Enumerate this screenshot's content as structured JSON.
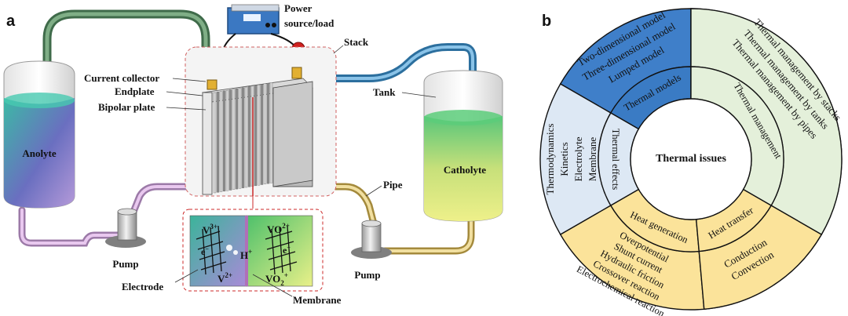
{
  "panel_a": {
    "letter": "a",
    "power": [
      "Power",
      "source/load"
    ],
    "stack": "Stack",
    "current_collector": "Current collector",
    "endplate": "Endplate",
    "bipolar_plate": "Bipolar plate",
    "tank": "Tank",
    "anolyte": "Anolyte",
    "catholyte": "Catholyte",
    "pipe": "Pipe",
    "pump_left": "Pump",
    "pump_right": "Pump",
    "electrode": "Electrode",
    "membrane": "Membrane",
    "minus": "−",
    "plus": "+",
    "ions": {
      "v3": "V",
      "v3_sup": "3+",
      "v2": "V",
      "v2_sup": "2+",
      "vo2": "VO",
      "vo2_sup": "2+",
      "vo2p": "VO",
      "vo2p_sub": "2",
      "vo2p_sup": "+",
      "h": "H",
      "h_sup": "+",
      "e": "e",
      "e_sup": "−"
    }
  },
  "panel_b": {
    "letter": "b",
    "center": "Thermal issues",
    "models_label": "Thermal models",
    "models_items": [
      "Two-dimensional model",
      "Three-dimensional model",
      "Lumped model"
    ],
    "management_label": "Thermal management",
    "management_items": [
      "Thermal management by stacks",
      "Thermal management by tanks",
      "Thermal management by pipes"
    ],
    "effects_label": "Thermal effects",
    "effects_items": [
      "Thermodynamics",
      "Kinetics",
      "Electrolyte",
      "Membrane"
    ],
    "generation_label": "Heat generation",
    "generation_items": [
      "Overpotential",
      "Shunt current",
      "Hydraulic friction",
      "Crossover reaction",
      "Electrochemical reaction"
    ],
    "transfer_label": "Heat transfer",
    "transfer_items": [
      "Conduction",
      "Convection"
    ],
    "colors": {
      "models_outer": "#3f7fc9",
      "models_inner": "#3a7bc4",
      "management": "#e4f0da",
      "effects": "#dde8f4",
      "heat": "#fbe39a",
      "center": "#ffffff",
      "stroke": "#111111"
    }
  }
}
